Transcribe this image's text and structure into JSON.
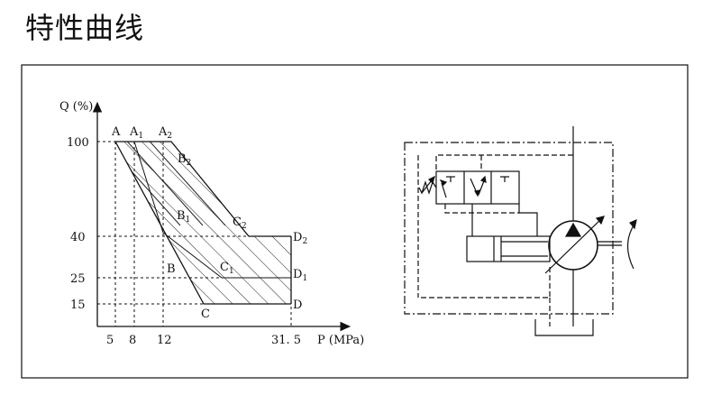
{
  "title": "特性曲线",
  "chart": {
    "y_axis_label": "Q (%)",
    "x_axis_label": "P (MPa)",
    "y_ticks": [
      "100",
      "40",
      "25",
      "15"
    ],
    "x_ticks": [
      "5",
      "8",
      "12",
      "31. 5"
    ],
    "points": {
      "A": {
        "base": "A",
        "sub": ""
      },
      "A1": {
        "base": "A",
        "sub": "1"
      },
      "A2": {
        "base": "A",
        "sub": "2"
      },
      "B2": {
        "base": "B",
        "sub": "2"
      },
      "B1": {
        "base": "B",
        "sub": "1"
      },
      "B": {
        "base": "B",
        "sub": ""
      },
      "C2": {
        "base": "C",
        "sub": "2"
      },
      "C1": {
        "base": "C",
        "sub": "1"
      },
      "C": {
        "base": "C",
        "sub": ""
      },
      "D2": {
        "base": "D",
        "sub": "2"
      },
      "D1": {
        "base": "D",
        "sub": "1"
      },
      "D": {
        "base": "D",
        "sub": ""
      }
    }
  },
  "colors": {
    "line": "#111111",
    "hatch": "#222222"
  }
}
